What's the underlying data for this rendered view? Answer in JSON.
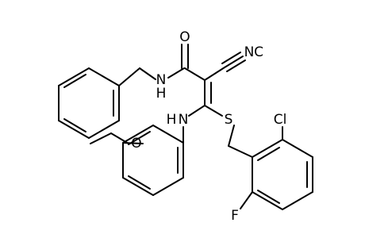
{
  "molecule": {
    "atoms": {
      "O": "O",
      "N_amide": "N",
      "H_amide": "H",
      "N_nitrile": "N",
      "C_nitrile": "C",
      "N_amine": "N",
      "H_amine": "H",
      "S": "S",
      "O_ether": "O",
      "Cl": "Cl",
      "F": "F"
    }
  }
}
